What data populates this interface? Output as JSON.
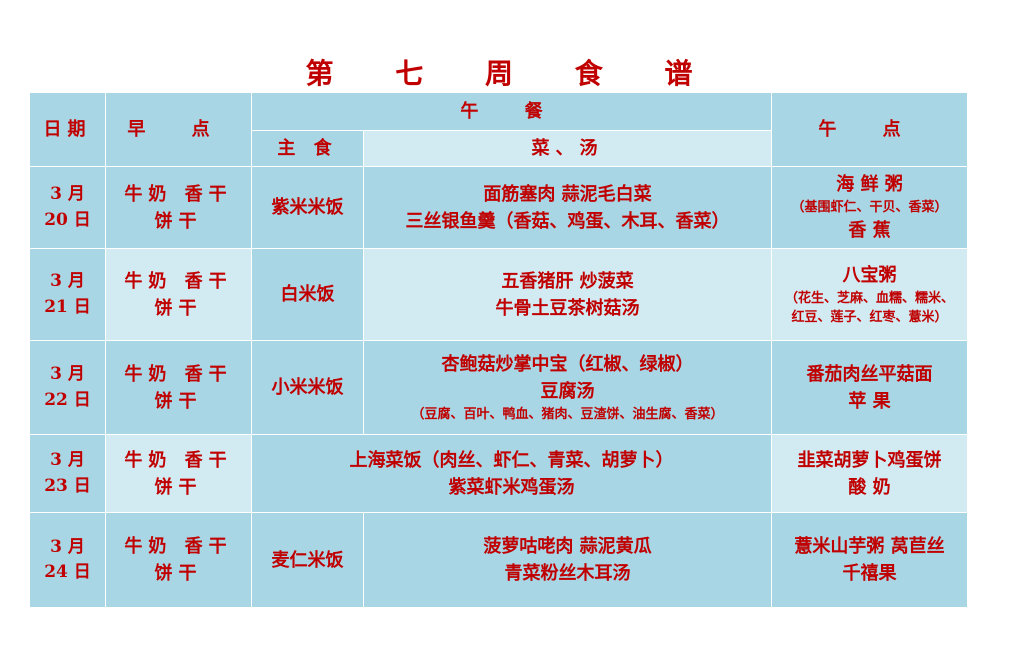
{
  "title": "第 七 周 食 谱",
  "header": {
    "date": "日期",
    "breakfast": "早 点",
    "lunch": "午 餐",
    "staple": "主 食",
    "dishes": "菜、汤",
    "snack": "午 点"
  },
  "rows": [
    {
      "date_line1": "3 月",
      "date_line2": "20 日",
      "breakfast_line1": "牛奶 香干",
      "breakfast_line2": "饼干",
      "staple": "紫米米饭",
      "dish_line1": "面筋塞肉 蒜泥毛白菜",
      "dish_line2": "三丝银鱼羹（香菇、鸡蛋、木耳、香菜）",
      "snack_line1": "海 鲜 粥",
      "snack_line2": "（基围虾仁、干贝、香菜）",
      "snack_line3": "香 蕉"
    },
    {
      "date_line1": "3 月",
      "date_line2": "21 日",
      "breakfast_line1": "牛奶 香干",
      "breakfast_line2": "饼干",
      "staple": "白米饭",
      "dish_line1": "五香猪肝 炒菠菜",
      "dish_line2": "牛骨土豆茶树菇汤",
      "snack_line1": "八宝粥",
      "snack_line2": "（花生、芝麻、血糯、糯米、",
      "snack_line3": "红豆、莲子、红枣、薏米）"
    },
    {
      "date_line1": "3 月",
      "date_line2": "22 日",
      "breakfast_line1": "牛奶 香干",
      "breakfast_line2": "饼干",
      "staple": "小米米饭",
      "dish_line1": "杏鲍菇炒掌中宝（红椒、绿椒）",
      "dish_line2": "豆腐汤",
      "dish_line3": "（豆腐、百叶、鸭血、猪肉、豆渣饼、油生腐、香菜）",
      "snack_line1": "番茄肉丝平菇面",
      "snack_line2": "苹 果"
    },
    {
      "date_line1": "3 月",
      "date_line2": "23 日",
      "breakfast_line1": "牛奶 香干",
      "breakfast_line2": "饼干",
      "lunch_line1": "上海菜饭（肉丝、虾仁、青菜、胡萝卜）",
      "lunch_line2": "紫菜虾米鸡蛋汤",
      "snack_line1": "韭菜胡萝卜鸡蛋饼",
      "snack_line2": "酸 奶"
    },
    {
      "date_line1": "3 月",
      "date_line2": "24 日",
      "breakfast_line1": "牛奶 香干",
      "breakfast_line2": "饼干",
      "staple": "麦仁米饭",
      "dish_line1": "菠萝咕咾肉 蒜泥黄瓜",
      "dish_line2": "青菜粉丝木耳汤",
      "snack_line1": "薏米山芋粥 莴苣丝",
      "snack_line2": "千禧果"
    }
  ]
}
